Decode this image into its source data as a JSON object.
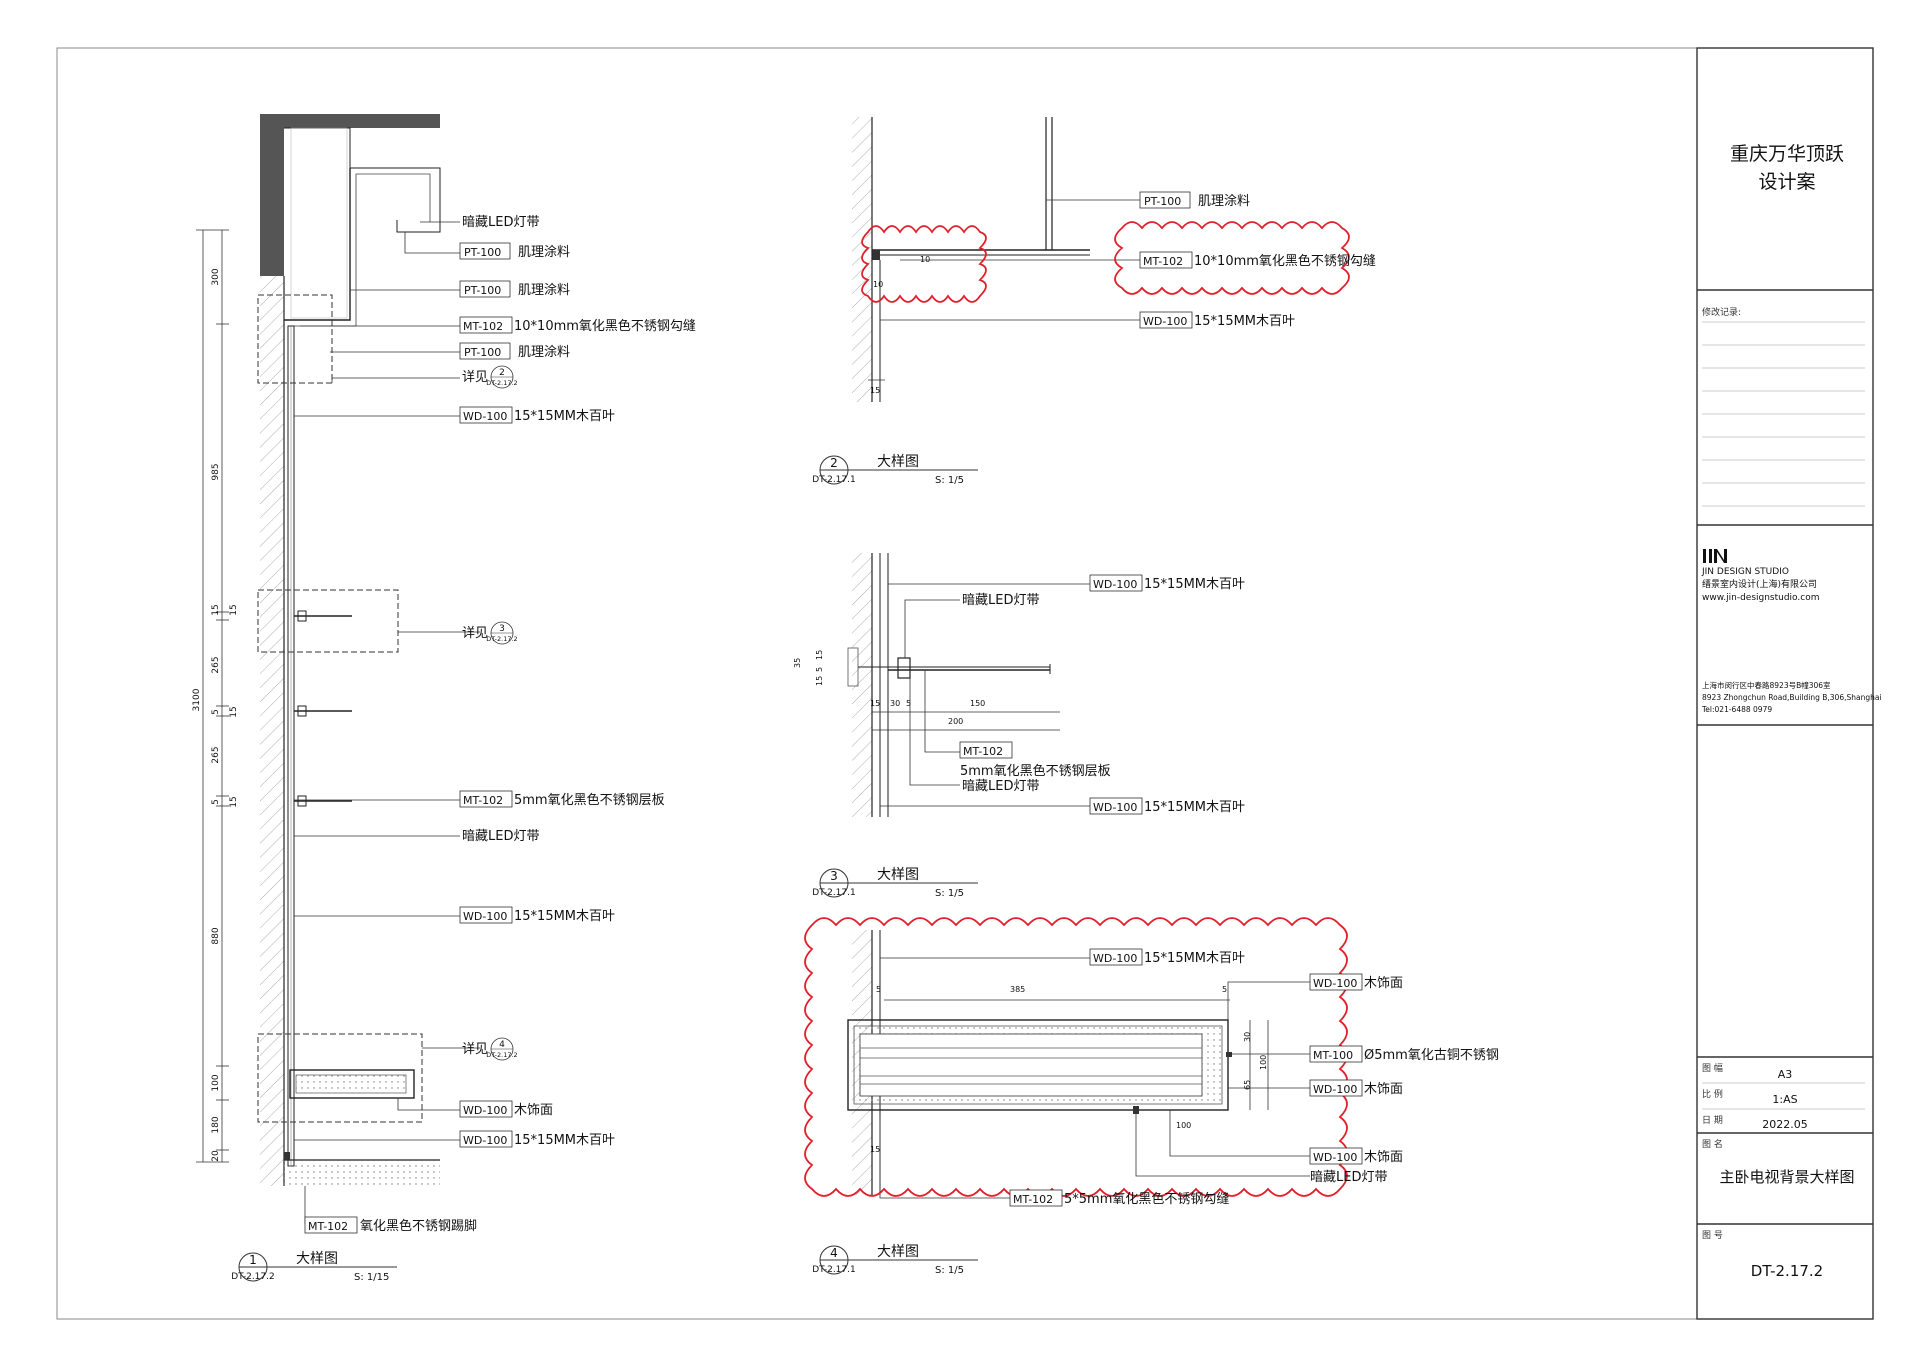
{
  "project": {
    "line1": "重庆万华顶跃",
    "line2": "设计案"
  },
  "revision_label": "修改记录:",
  "studio": {
    "name": "JIN DESIGN STUDIO",
    "cn_name": "缙景室内设计(上海)有限公司",
    "web": "www.jin-designstudio.com",
    "addr_cn": "上海市闵行区中春路8923号B幢306室",
    "addr_en": "8923 Zhongchun Road,Building B,306,Shanghai",
    "tel": "Tel:021-6488 0979"
  },
  "info": {
    "size_label": "图 幅",
    "size_value": "A3",
    "scale_label": "比 例",
    "scale_value": "1:AS",
    "date_label": "日 期",
    "date_value": "2022.05",
    "name_label": "图 名",
    "name_value": "主卧电视背景大样图",
    "no_label": "图 号",
    "no_value": "DT-2.17.2"
  },
  "details": [
    {
      "num": "1",
      "ref": "DT-2.17.2",
      "title": "大样图",
      "scale": "S: 1/15"
    },
    {
      "num": "2",
      "ref": "DT-2.17.1",
      "title": "大样图",
      "scale": "S: 1/5"
    },
    {
      "num": "3",
      "ref": "DT-2.17.1",
      "title": "大样图",
      "scale": "S: 1/5"
    },
    {
      "num": "4",
      "ref": "DT-2.17.1",
      "title": "大样图",
      "scale": "S: 1/5"
    }
  ],
  "labels": {
    "led": "暗藏LED灯带",
    "pt100": "PT-100",
    "pt100_desc": "肌理涂料",
    "mt102": "MT-102",
    "mt102_seam10": "10*10mm氧化黑色不锈钢勾缝",
    "mt102_shelf": "5mm氧化黑色不锈钢层板",
    "mt102_base": "氧化黑色不锈钢踢脚",
    "mt102_seam5": "5*5mm氧化黑色不锈钢勾缝",
    "wd100": "WD-100",
    "wd100_louver": "15*15MM木百叶",
    "wd100_veneer": "木饰面",
    "mt100": "MT-100",
    "mt100_desc": "Ø5mm氧化古铜不锈钢",
    "see": "详见"
  },
  "dims": {
    "d1": {
      "total": "3100",
      "v300": "300",
      "v985": "985",
      "v15": "15",
      "v265": "265",
      "v5": "5",
      "v880": "880",
      "v100": "100",
      "v180": "180",
      "v20": "20"
    },
    "d2": {
      "v10": "10",
      "v15": "15"
    },
    "d3": {
      "v35": "35",
      "v15": "15",
      "v5": "5",
      "v30": "30",
      "v150": "150",
      "v200": "200"
    },
    "d4": {
      "v385": "385",
      "v5": "5",
      "v30": "30",
      "v100": "100",
      "v65": "65",
      "v15": "15"
    }
  }
}
